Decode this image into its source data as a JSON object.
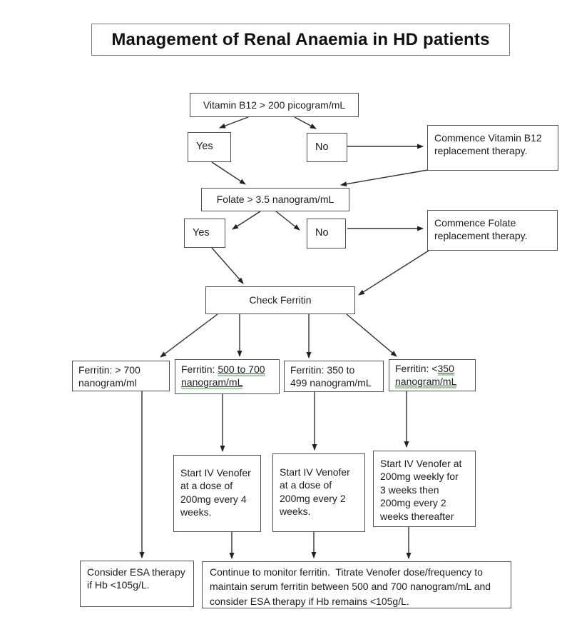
{
  "page": {
    "background": "#ffffff",
    "box_border_color": "#4f4f4f",
    "connector_color": "#303030",
    "grammar_underline_color": "#9fd49f"
  },
  "title": {
    "text": "Management of Renal Anaemia in HD patients"
  },
  "nodes": {
    "vitamin_b12": {
      "text": "Vitamin B12 > 200 picogram/mL"
    },
    "yes1": {
      "text": "Yes"
    },
    "no1": {
      "text": "No"
    },
    "commence_b12": {
      "text": "Commence Vitamin B12\nreplacement therapy."
    },
    "folate": {
      "text": "Folate > 3.5 nanogram/mL"
    },
    "yes2": {
      "text": "Yes"
    },
    "no2": {
      "text": "No"
    },
    "commence_folate": {
      "text": "Commence Folate\nreplacement therapy."
    },
    "check_ferritin": {
      "text": "Check Ferritin"
    },
    "ferritin_gt700": {
      "text": "Ferritin: > 700\nnanogram/ml"
    },
    "ferritin_500_700": {
      "prefix": "Ferritin: ",
      "underline1": "500 to 700",
      "underline2": "nanogram/mL"
    },
    "ferritin_350_499": {
      "text": "Ferritin: 350 to\n499 nanogram/mL"
    },
    "ferritin_lt350": {
      "prefix": "Ferritin: <",
      "underline1": "350",
      "underline2": "nanogram/mL"
    },
    "venofer_4wk": {
      "text": "Start IV Venofer\nat a dose of\n200mg every 4\nweeks."
    },
    "venofer_2wk": {
      "text": "Start IV Venofer\nat a dose of\n200mg every 2\nweeks."
    },
    "venofer_weekly": {
      "text": "Start IV Venofer at\n200mg weekly for\n3 weeks then\n200mg every 2\nweeks thereafter"
    },
    "esa": {
      "text": "Consider ESA therapy\nif Hb <105g/L."
    },
    "monitor": {
      "text": "Continue to monitor ferritin.  Titrate Venofer dose/frequency to\nmaintain serum ferritin between 500 and 700 nanogram/mL and\nconsider ESA therapy if Hb remains <105g/L."
    }
  },
  "edges": [
    {
      "from": "vitamin_b12",
      "to": "yes1"
    },
    {
      "from": "vitamin_b12",
      "to": "no1"
    },
    {
      "from": "no1",
      "to": "commence_b12"
    },
    {
      "from": "commence_b12",
      "to": "folate"
    },
    {
      "from": "yes1",
      "to": "folate"
    },
    {
      "from": "folate",
      "to": "yes2"
    },
    {
      "from": "folate",
      "to": "no2"
    },
    {
      "from": "no2",
      "to": "commence_folate"
    },
    {
      "from": "yes2",
      "to": "check_ferritin"
    },
    {
      "from": "commence_folate",
      "to": "check_ferritin"
    },
    {
      "from": "check_ferritin",
      "to": "ferritin_gt700"
    },
    {
      "from": "check_ferritin",
      "to": "ferritin_500_700"
    },
    {
      "from": "check_ferritin",
      "to": "ferritin_350_499"
    },
    {
      "from": "check_ferritin",
      "to": "ferritin_lt350"
    },
    {
      "from": "ferritin_gt700",
      "to": "esa"
    },
    {
      "from": "ferritin_500_700",
      "to": "venofer_4wk"
    },
    {
      "from": "ferritin_350_499",
      "to": "venofer_2wk"
    },
    {
      "from": "ferritin_lt350",
      "to": "venofer_weekly"
    },
    {
      "from": "venofer_4wk",
      "to": "monitor"
    },
    {
      "from": "venofer_2wk",
      "to": "monitor"
    },
    {
      "from": "venofer_weekly",
      "to": "monitor"
    }
  ]
}
